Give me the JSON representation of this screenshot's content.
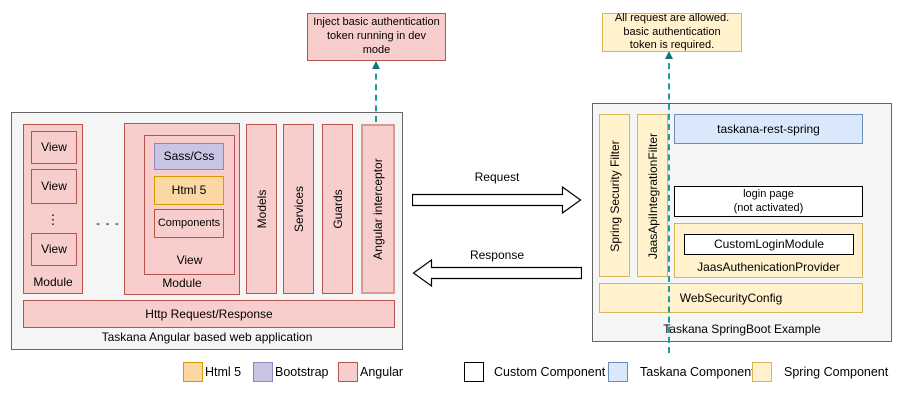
{
  "callouts": {
    "dev_mode": "Inject basic authentication\ntoken running in dev\nmode",
    "auth_note": "All request are allowed.\nbasic authentication\ntoken is required."
  },
  "left_app": {
    "title": "Taskana Angular based web application",
    "module1": {
      "label": "Module",
      "views": [
        "View",
        "View",
        "View"
      ],
      "vertical_dots": "⋮"
    },
    "modules_ellipsis": "- - -",
    "module2": {
      "label": "Module",
      "view": {
        "label": "View",
        "sass_css": "Sass/Css",
        "html5": "Html 5",
        "components": "Components"
      }
    },
    "bars": [
      "Models",
      "Services",
      "Guards",
      "Angular interceptor"
    ],
    "http_bar": "Http Request/Response"
  },
  "arrows": {
    "request": "Request",
    "response": "Response"
  },
  "right_app": {
    "title": "Taskana SpringBoot Example",
    "filters": [
      "Spring Security Filter",
      "JaasApiIntegrationFilter"
    ],
    "taskana_rest": "taskana-rest-spring",
    "login_page": "login page\n(not activated)",
    "custom_login_module": "CustomLoginModule",
    "jaas_provider": "JaasAuthenicationProvider",
    "web_security_config": "WebSecurityConfig"
  },
  "legend": [
    {
      "label": "Html 5",
      "fill": "#fbd7a4",
      "border": "#d79b00"
    },
    {
      "label": "Bootstrap",
      "fill": "#c8c4e4",
      "border": "#8d87bf"
    },
    {
      "label": "Angular",
      "fill": "#f8cecc",
      "border": "#b85450"
    },
    {
      "label": "Custom Component",
      "fill": "#ffffff",
      "border": "#000000"
    },
    {
      "label": "Taskana Component",
      "fill": "#dae8fc",
      "border": "#6c8ebf"
    },
    {
      "label": "Spring Component",
      "fill": "#fff2cc",
      "border": "#d6b656"
    }
  ],
  "colors": {
    "angular_fill": "#f8cecc",
    "angular_border": "#b85450",
    "html5_fill": "#fbd7a4",
    "html5_border": "#d79b00",
    "bootstrap_fill": "#c8c4e4",
    "bootstrap_border": "#8d87bf",
    "spring_fill": "#fff2cc",
    "spring_border": "#d6b656",
    "taskana_fill": "#dae8fc",
    "taskana_border": "#6c8ebf",
    "container_fill": "#f5f5f5",
    "container_border": "#666666",
    "connector_teal": "#1d9a9e"
  }
}
